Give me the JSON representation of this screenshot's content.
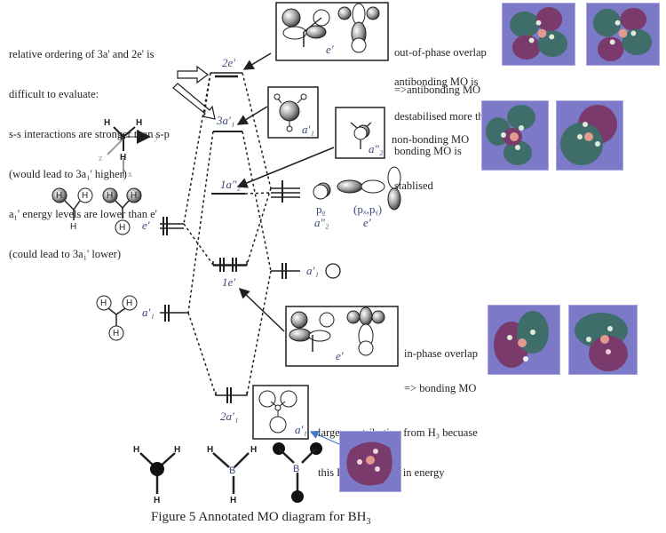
{
  "figure": {
    "caption": "Figure 5 Annotated MO diagram for BH",
    "caption_sub": "3"
  },
  "notes": {
    "ordering": [
      "relative ordering of 3a' and 2e' is",
      "difficult to evaluate:",
      "s-s interactions are stronger than s-p",
      "(would lead to 3a₁' higher)",
      "a₁' energy levels are lower than e'",
      "(could lead to 3a₁' lower)"
    ],
    "out_of_phase": [
      "out-of-phase overlap",
      "=>antibonding MO"
    ],
    "antibonding": [
      "antibonding MO is",
      "destabilised more than",
      "bonding MO is",
      "stablised"
    ],
    "non_bonding": "non-bonding MO",
    "in_phase": [
      "in-phase overlap",
      "=> bonding MO"
    ],
    "larger_contribution": [
      "larger contribution from H₃ becuase",
      "this FMO is closer in energy"
    ]
  },
  "mo_levels": {
    "two_e_prime": "2e′",
    "three_a1_prime": "3a′₁",
    "one_a2_dprime": "1a″₂",
    "one_e_prime": "1e′",
    "two_a1_prime": "2a′₁"
  },
  "fragment_h3": {
    "e_prime": "e′",
    "a1_prime": "a′₁"
  },
  "fragment_b": {
    "pz": "pᵨ",
    "pz_sym": "a″₂",
    "pxpy": "(pₓ,pᵧ)",
    "pxpy_sym": "e′",
    "s_sym": "a′₁"
  },
  "orbital_box_labels": {
    "e_prime_top": "e′",
    "a1_prime": "a′₁",
    "a2_dprime": "a″₂",
    "e_prime_bottom": "e′",
    "a1_prime_bottom": "a′₁"
  },
  "axes": {
    "x": "x",
    "y": "y",
    "z": "z",
    "b": "B",
    "h": "H"
  },
  "atoms": {
    "h": "H",
    "b": "B"
  },
  "colors": {
    "mo_background": "#7b79c8",
    "lobe_green": "#3f6e6a",
    "lobe_purple": "#7a3a6c",
    "label_blue": "#3b4a78",
    "annotation_arrow": "#4472c4"
  }
}
